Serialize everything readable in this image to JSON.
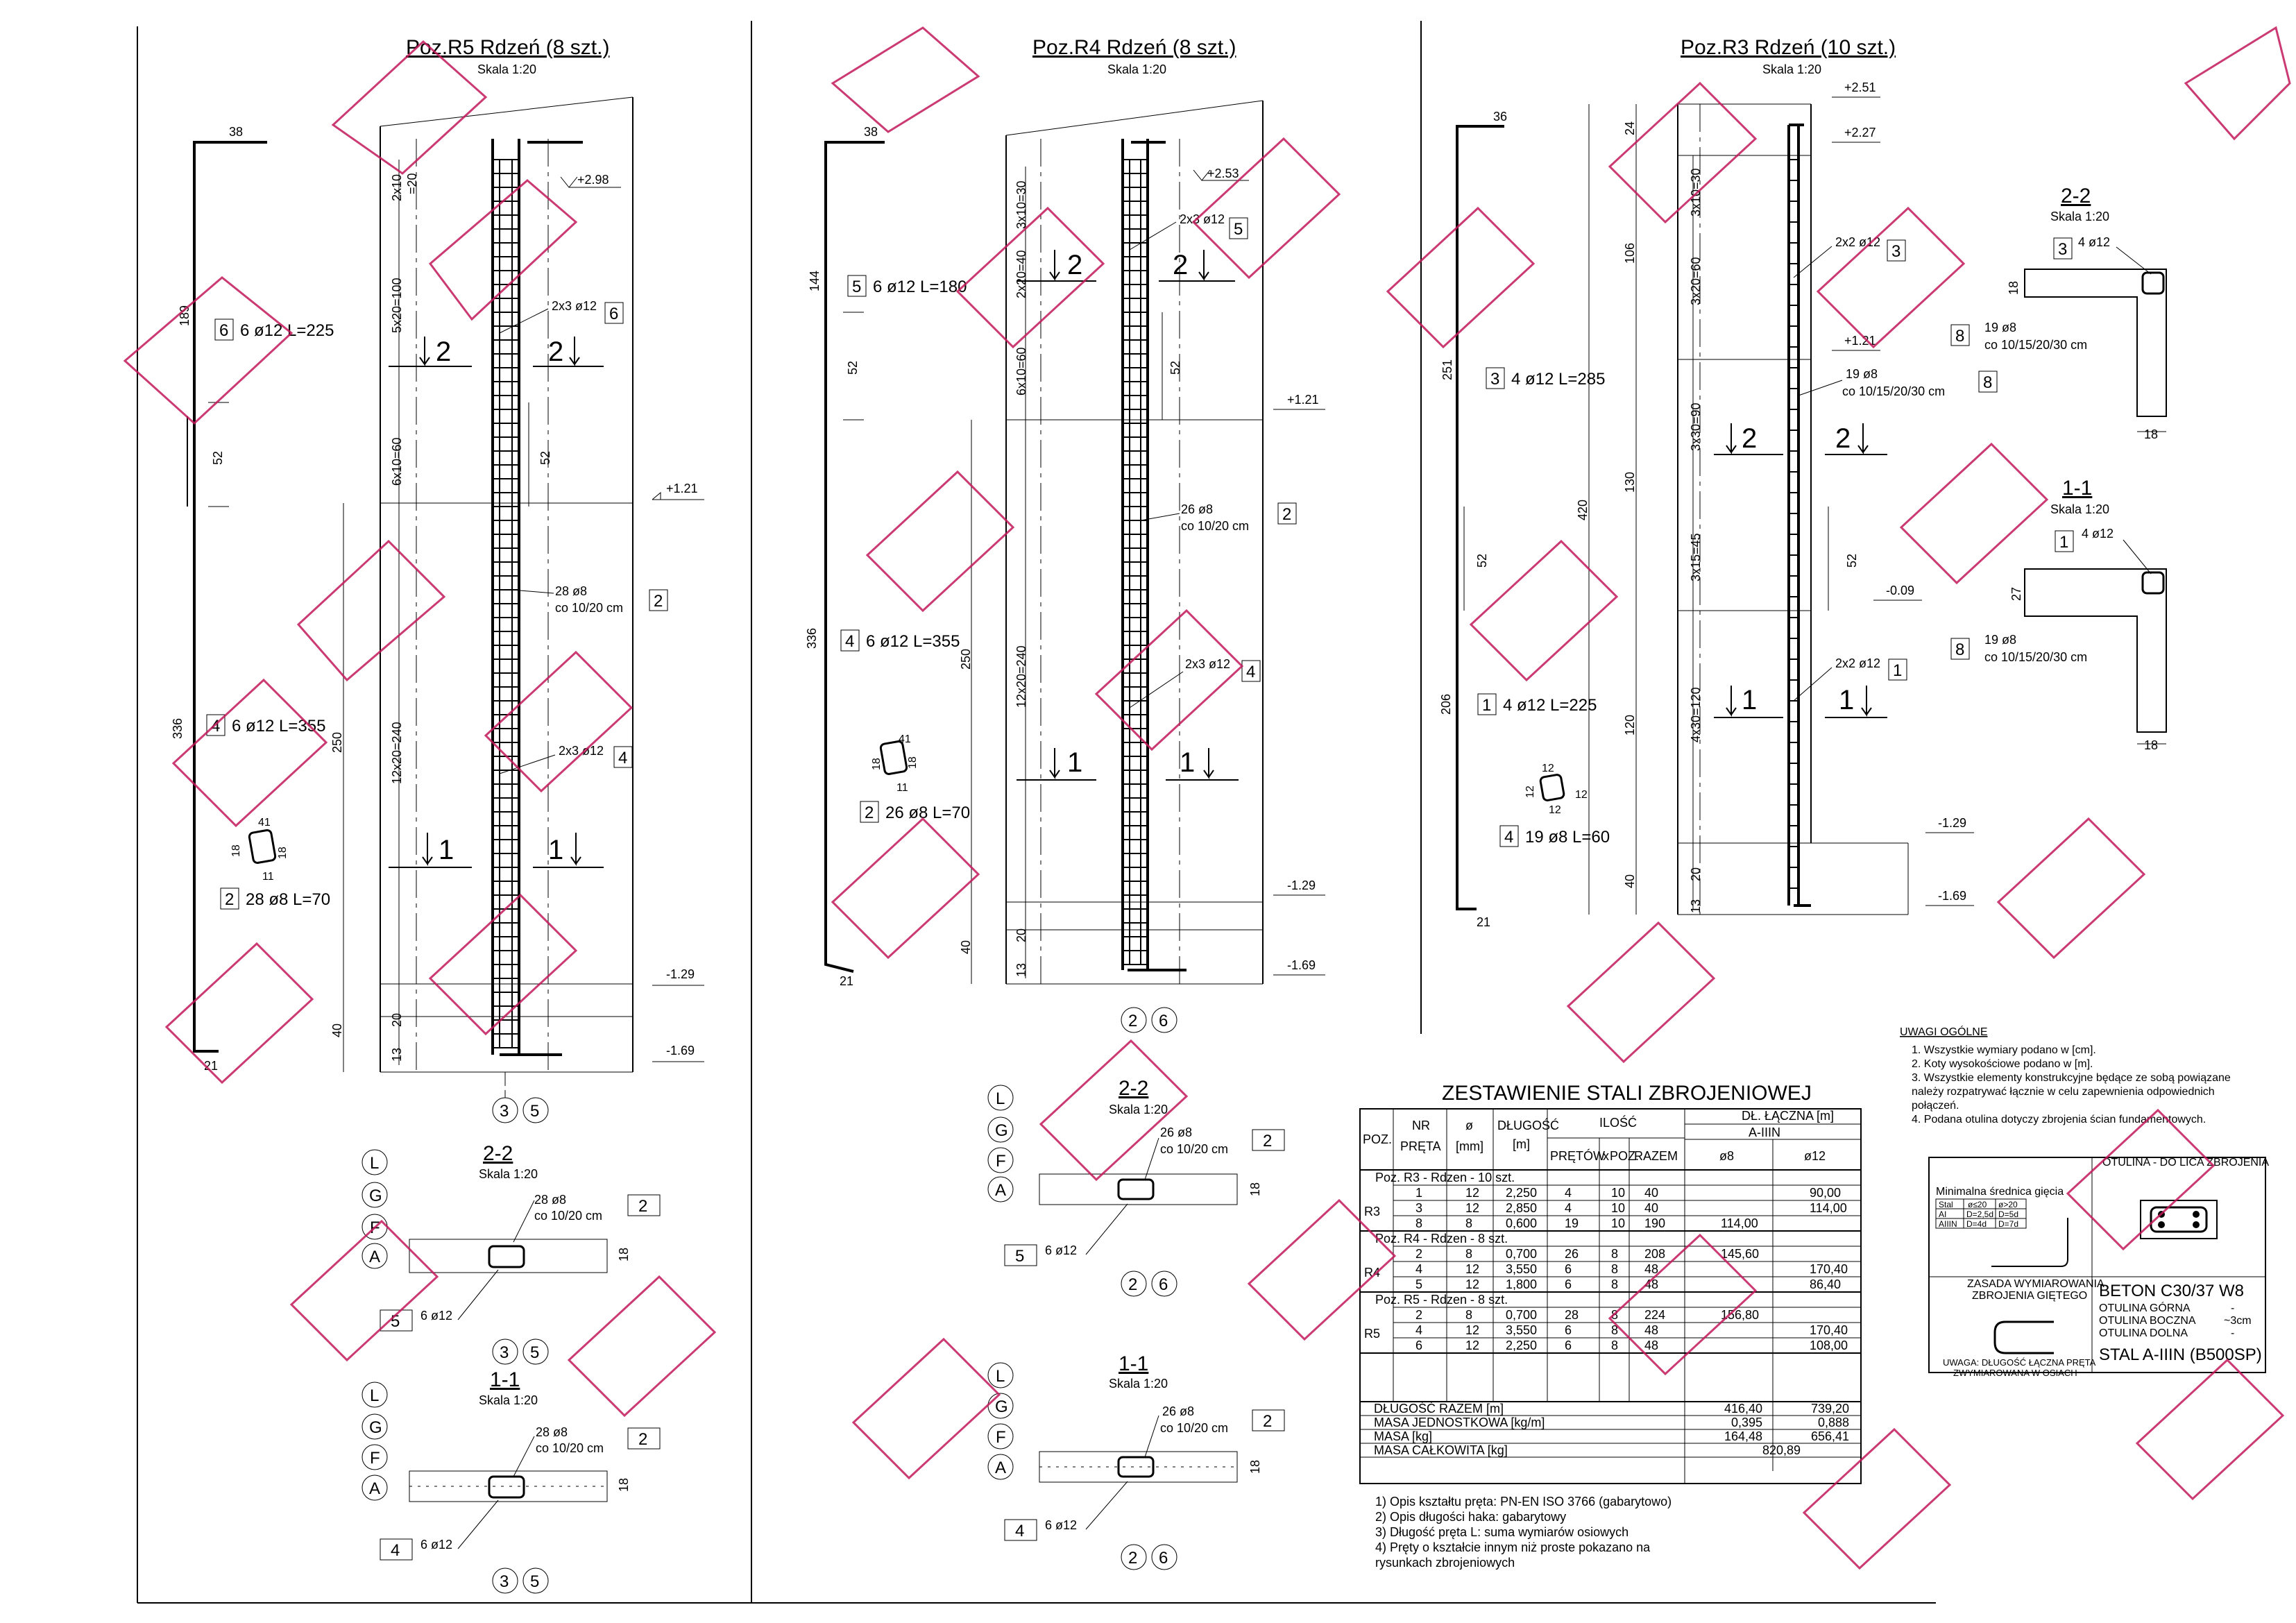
{
  "titles": {
    "r5": "Poz.R5 Rdzeń (8 szt.)",
    "r4": "Poz.R4 Rdzeń (8 szt.)",
    "r3": "Poz.R3 Rdzeń (10 szt.)",
    "scale": "Skala 1:20"
  },
  "levels": {
    "r5": [
      "+2.98",
      "+1.21",
      "-1.29",
      "-1.69"
    ],
    "r4": [
      "+2.53",
      "+1.21",
      "-1.29",
      "-1.69"
    ],
    "r3": [
      "+2.51",
      "+2.27",
      "+1.21",
      "-0.09",
      "-1.29",
      "-1.69"
    ]
  },
  "r5": {
    "bar6": {
      "num": "6",
      "text": "6 ø12 L=225"
    },
    "bar4": {
      "num": "4",
      "text": "6 ø12 L=355"
    },
    "bar2": {
      "num": "2",
      "text": "28 ø8 L=70"
    },
    "dims_left": [
      "38",
      "189",
      "52",
      "336",
      "21"
    ],
    "dims_col": [
      "2x10",
      "=20",
      "5x20=100",
      "6x10=60",
      "12x20=240",
      "20",
      "13",
      "250",
      "40"
    ],
    "callouts": [
      {
        "num": "6",
        "text": "2x3 ø12"
      },
      {
        "num": "2",
        "text": "28 ø8",
        "sub": "co 10/20 cm"
      },
      {
        "num": "4",
        "text": "2x3 ø12"
      }
    ],
    "stirrup": [
      "41",
      "18",
      "11",
      "18"
    ],
    "axes": [
      "3",
      "5"
    ],
    "section_marks": [
      "2",
      "2",
      "1",
      "1"
    ],
    "dim52": "52"
  },
  "r4": {
    "bar5": {
      "num": "5",
      "text": "6 ø12 L=180"
    },
    "bar4": {
      "num": "4",
      "text": "6 ø12 L=355"
    },
    "bar2": {
      "num": "2",
      "text": "26 ø8 L=70"
    },
    "dims_left": [
      "38",
      "144",
      "52",
      "336",
      "21"
    ],
    "dims_col": [
      "3x10=30",
      "2x20=40",
      "6x10=60",
      "12x20=240",
      "20",
      "13",
      "250",
      "40"
    ],
    "callouts": [
      {
        "num": "5",
        "text": "2x3 ø12"
      },
      {
        "num": "2",
        "text": "26 ø8",
        "sub": "co 10/20 cm"
      },
      {
        "num": "4",
        "text": "2x3 ø12"
      }
    ],
    "stirrup": [
      "41",
      "18",
      "11",
      "18"
    ],
    "axes": [
      "2",
      "6"
    ],
    "dim52": "52"
  },
  "r3": {
    "bar3": {
      "num": "3",
      "text": "4 ø12 L=285"
    },
    "bar1": {
      "num": "1",
      "text": "4 ø12 L=225"
    },
    "bar4": {
      "num": "4",
      "text": "19 ø8 L=60"
    },
    "dims_left": [
      "36",
      "251",
      "52",
      "206",
      "21"
    ],
    "dims_col": [
      "3x10=30",
      "3x20=60",
      "3x30=90",
      "3x15=45",
      "4x30=120",
      "20",
      "13",
      "24",
      "106",
      "130",
      "420",
      "120",
      "40"
    ],
    "callouts": [
      {
        "num": "3",
        "text": "2x2 ø12"
      },
      {
        "num": "8",
        "text": "19 ø8",
        "sub": "co 10/15/20/30 cm"
      },
      {
        "num": "1",
        "text": "2x2 ø12"
      }
    ],
    "stirrup": [
      "12",
      "12",
      "12",
      "12"
    ],
    "dim52": "52"
  },
  "sections": {
    "r5_22": {
      "title": "2-2",
      "scale": "Skala 1:20",
      "callout": {
        "num": "2",
        "text": "28 ø8",
        "sub": "co 10/20 cm"
      },
      "bar": {
        "num": "5",
        "text": "6 ø12"
      },
      "axes": [
        "L",
        "G",
        "F",
        "A"
      ],
      "dim": "18",
      "foot": [
        "3",
        "5"
      ]
    },
    "r5_11": {
      "title": "1-1",
      "scale": "Skala 1:20",
      "callout": {
        "num": "2",
        "text": "28 ø8",
        "sub": "co 10/20 cm"
      },
      "bar": {
        "num": "4",
        "text": "6 ø12"
      },
      "axes": [
        "L",
        "G",
        "F",
        "A"
      ],
      "dim": "18",
      "foot": [
        "3",
        "5"
      ]
    },
    "r4_22": {
      "title": "2-2",
      "scale": "Skala 1:20",
      "callout": {
        "num": "2",
        "text": "26 ø8",
        "sub": "co 10/20 cm"
      },
      "bar": {
        "num": "5",
        "text": "6 ø12"
      },
      "axes": [
        "L",
        "G",
        "F",
        "A"
      ],
      "dim": "18",
      "foot": [
        "2",
        "6"
      ]
    },
    "r4_11": {
      "title": "1-1",
      "scale": "Skala 1:20",
      "callout": {
        "num": "2",
        "text": "26 ø8",
        "sub": "co 10/20 cm"
      },
      "bar": {
        "num": "4",
        "text": "6 ø12"
      },
      "axes": [
        "L",
        "G",
        "F",
        "A"
      ],
      "dim": "18",
      "foot": [
        "2",
        "6"
      ]
    },
    "r3_22": {
      "title": "2-2",
      "scale": "Skala 1:20",
      "c1": {
        "num": "3",
        "text": "4 ø12"
      },
      "c2": {
        "num": "8",
        "text": "19 ø8",
        "sub": "co 10/15/20/30 cm"
      },
      "dims": [
        "18",
        "18"
      ]
    },
    "r3_11": {
      "title": "1-1",
      "scale": "Skala 1:20",
      "c1": {
        "num": "1",
        "text": "4 ø12"
      },
      "c2": {
        "num": "8",
        "text": "19 ø8",
        "sub": "co 10/15/20/30 cm"
      },
      "dims": [
        "27",
        "18"
      ]
    }
  },
  "steel_table": {
    "title": "ZESTAWIENIE STALI ZBROJENIOWEJ",
    "headers": {
      "poz": "POZ.",
      "nr": "NR",
      "nr2": "PRĘTA",
      "phi": "ø",
      "phi2": "[mm]",
      "len": "DŁUGOŚĆ",
      "len2": "[m]",
      "qty": "ILOŚĆ",
      "bars": "PRĘTÓW",
      "x": "x",
      "xpoz": "POZ.",
      "razem": "RAZEM",
      "total": "DŁ. ŁĄCZNA [m]",
      "grade": "A-IIIN",
      "d8": "ø8",
      "d12": "ø12"
    },
    "groups": [
      {
        "label": "Poz. R3 - Rdzen - 10 szt.",
        "code": "R3",
        "rows": [
          [
            "1",
            "12",
            "2,250",
            "4",
            "10",
            "40",
            "",
            "90,00"
          ],
          [
            "3",
            "12",
            "2,850",
            "4",
            "10",
            "40",
            "",
            "114,00"
          ],
          [
            "8",
            "8",
            "0,600",
            "19",
            "10",
            "190",
            "114,00",
            ""
          ]
        ]
      },
      {
        "label": "Poz. R4 - Rdzen - 8 szt.",
        "code": "R4",
        "rows": [
          [
            "2",
            "8",
            "0,700",
            "26",
            "8",
            "208",
            "145,60",
            ""
          ],
          [
            "4",
            "12",
            "3,550",
            "6",
            "8",
            "48",
            "",
            "170,40"
          ],
          [
            "5",
            "12",
            "1,800",
            "6",
            "8",
            "48",
            "",
            "86,40"
          ]
        ]
      },
      {
        "label": "Poz. R5 - Rdzen - 8 szt.",
        "code": "R5",
        "rows": [
          [
            "2",
            "8",
            "0,700",
            "28",
            "8",
            "224",
            "156,80",
            ""
          ],
          [
            "4",
            "12",
            "3,550",
            "6",
            "8",
            "48",
            "",
            "170,40"
          ],
          [
            "6",
            "12",
            "2,250",
            "6",
            "8",
            "48",
            "",
            "108,00"
          ]
        ]
      }
    ],
    "summary": [
      {
        "label": "DŁUGOŚĆ RAZEM [m]",
        "v8": "416,40",
        "v12": "739,20"
      },
      {
        "label": "MASA JEDNOSTKOWA [kg/m]",
        "v8": "0,395",
        "v12": "0,888"
      },
      {
        "label": "MASA [kg]",
        "v8": "164,48",
        "v12": "656,41"
      },
      {
        "label": "MASA CAŁKOWITA [kg]",
        "v8": "820,89",
        "v12": ""
      }
    ],
    "notes": [
      "1) Opis kształtu pręta: PN-EN ISO 3766 (gabarytowo)",
      "2) Opis długości haka: gabarytowy",
      "3) Długość pręta L: suma wymiarów osiowych",
      "4) Pręty o kształcie innym niż proste pokazano na",
      "rysunkach zbrojeniowych"
    ]
  },
  "general_notes": {
    "title": "UWAGI OGÓLNE",
    "lines": [
      "1. Wszystkie wymiary podano w [cm].",
      "2. Koty wysokościowe podano w [m].",
      "3. Wszystkie elementy konstrukcyjne będące ze sobą powiązane",
      "należy rozpatrywać łącznie w celu zapewnienia odpowiednich",
      "połączeń.",
      "4. Podana otulina dotyczy zbrojenia ścian fundamentowych."
    ]
  },
  "legend": {
    "dia_title": "Minimalna średnica gięcia",
    "dia_rows": [
      [
        "Stal",
        "ø≤20",
        "ø>20"
      ],
      [
        "AI",
        "D=2,5d",
        "D=5d"
      ],
      [
        "AIIIN",
        "D=4d",
        "D=7d"
      ]
    ],
    "cover_title": "OTULINA - DO LICA ZBROJENIA",
    "rule1": "ZASADA WYMIAROWANIA",
    "rule2": "ZBROJENIA GIĘTEGO",
    "rule_note1": "UWAGA: DŁUGOŚĆ ŁĄCZNA PRĘTA",
    "rule_note2": "ZWYMIAROWANA W OSIACH",
    "beton": "BETON C30/37 W8",
    "cov_top": "OTULINA GÓRNA",
    "cov_side": "OTULINA BOCZNA",
    "cov_bottom": "OTULINA DOLNA",
    "cov_top_v": "-",
    "cov_side_v": "~3cm",
    "cov_bottom_v": "-",
    "steel": "STAL A-IIIN (B500SP)"
  }
}
